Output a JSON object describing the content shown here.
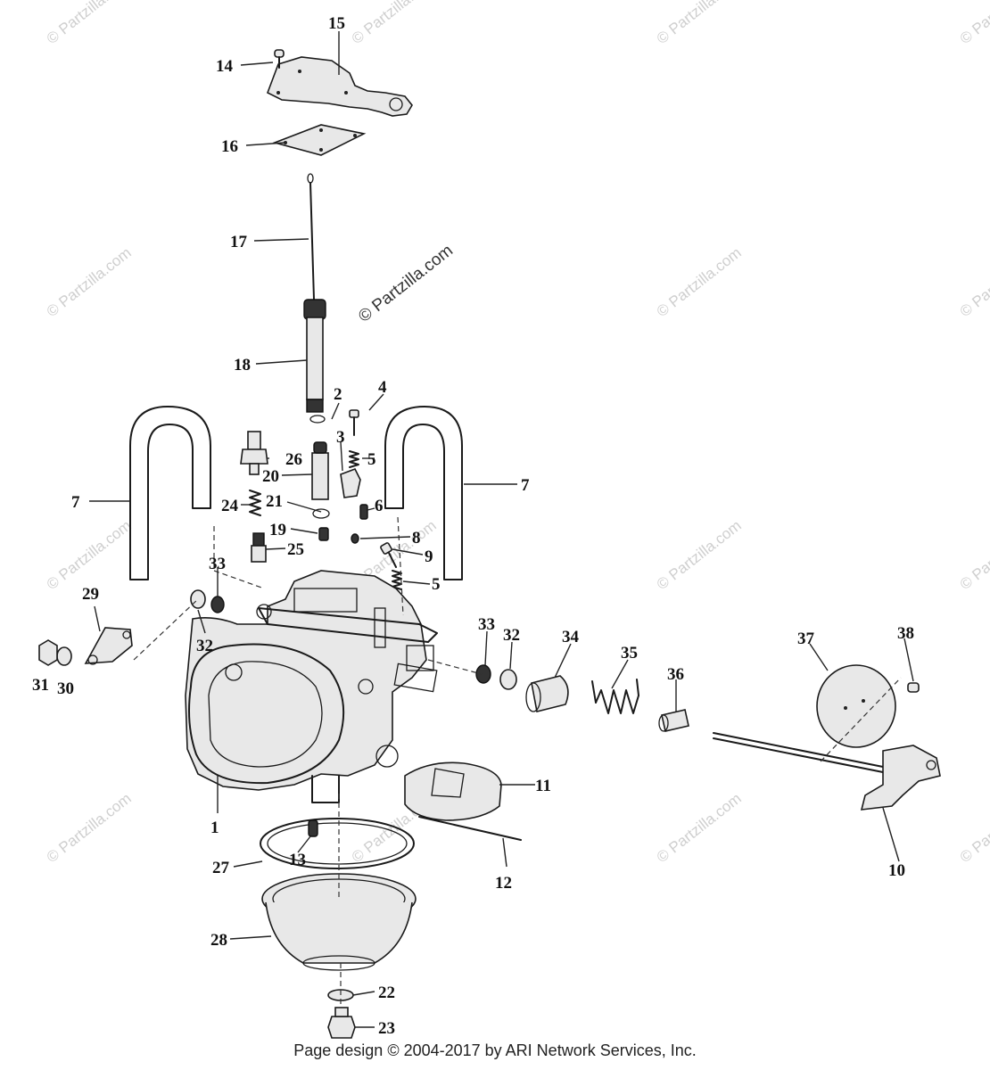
{
  "watermarks": {
    "small": "© Partzilla.com",
    "center": "© Partzilla.com"
  },
  "footer": "Page design © 2004-2017 by ARI Network Services, Inc.",
  "callouts": [
    {
      "number": "1"
    },
    {
      "number": "2"
    },
    {
      "number": "3"
    },
    {
      "number": "4"
    },
    {
      "number": "5"
    },
    {
      "number": "5"
    },
    {
      "number": "6"
    },
    {
      "number": "7"
    },
    {
      "number": "7"
    },
    {
      "number": "8"
    },
    {
      "number": "9"
    },
    {
      "number": "10"
    },
    {
      "number": "11"
    },
    {
      "number": "12"
    },
    {
      "number": "13"
    },
    {
      "number": "14"
    },
    {
      "number": "15"
    },
    {
      "number": "16"
    },
    {
      "number": "17"
    },
    {
      "number": "18"
    },
    {
      "number": "19"
    },
    {
      "number": "20"
    },
    {
      "number": "21"
    },
    {
      "number": "22"
    },
    {
      "number": "23"
    },
    {
      "number": "24"
    },
    {
      "number": "25"
    },
    {
      "number": "26"
    },
    {
      "number": "27"
    },
    {
      "number": "28"
    },
    {
      "number": "29"
    },
    {
      "number": "30"
    },
    {
      "number": "31"
    },
    {
      "number": "32"
    },
    {
      "number": "32"
    },
    {
      "number": "33"
    },
    {
      "number": "33"
    },
    {
      "number": "34"
    },
    {
      "number": "35"
    },
    {
      "number": "36"
    },
    {
      "number": "37"
    },
    {
      "number": "38"
    }
  ]
}
